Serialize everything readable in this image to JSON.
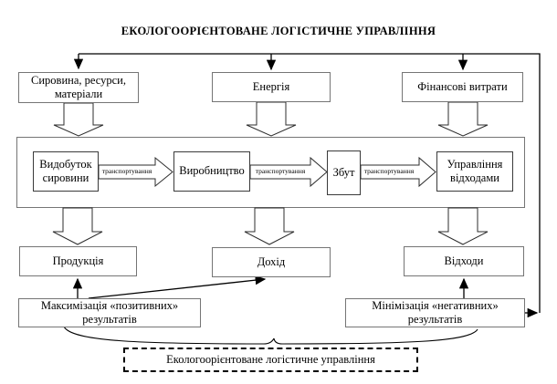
{
  "title": "ЕКОЛОГООРІЄНТОВАНЕ ЛОГІСТИЧНЕ УПРАВЛІННЯ",
  "inputs": {
    "materials": "Сировина, ресурси, матеріали",
    "energy": "Енергія",
    "finance": "Фінансові витрати"
  },
  "chain": {
    "extraction": "Видобуток сировини",
    "production": "Виробництво",
    "sales": "Збут",
    "waste_management": "Управління відходами",
    "transport_label": "транспортування"
  },
  "outputs": {
    "products": "Продукція",
    "income": "Дохід",
    "waste": "Відходи"
  },
  "goals": {
    "maximize": "Максимізація «позитивних» результатів",
    "minimize": "Мінімізація «негативних» результатів"
  },
  "footer": {
    "label": "Екологоорієнтоване логістичне управління"
  },
  "colors": {
    "background": "#ffffff",
    "line": "#000000",
    "box_border": "#757575"
  }
}
